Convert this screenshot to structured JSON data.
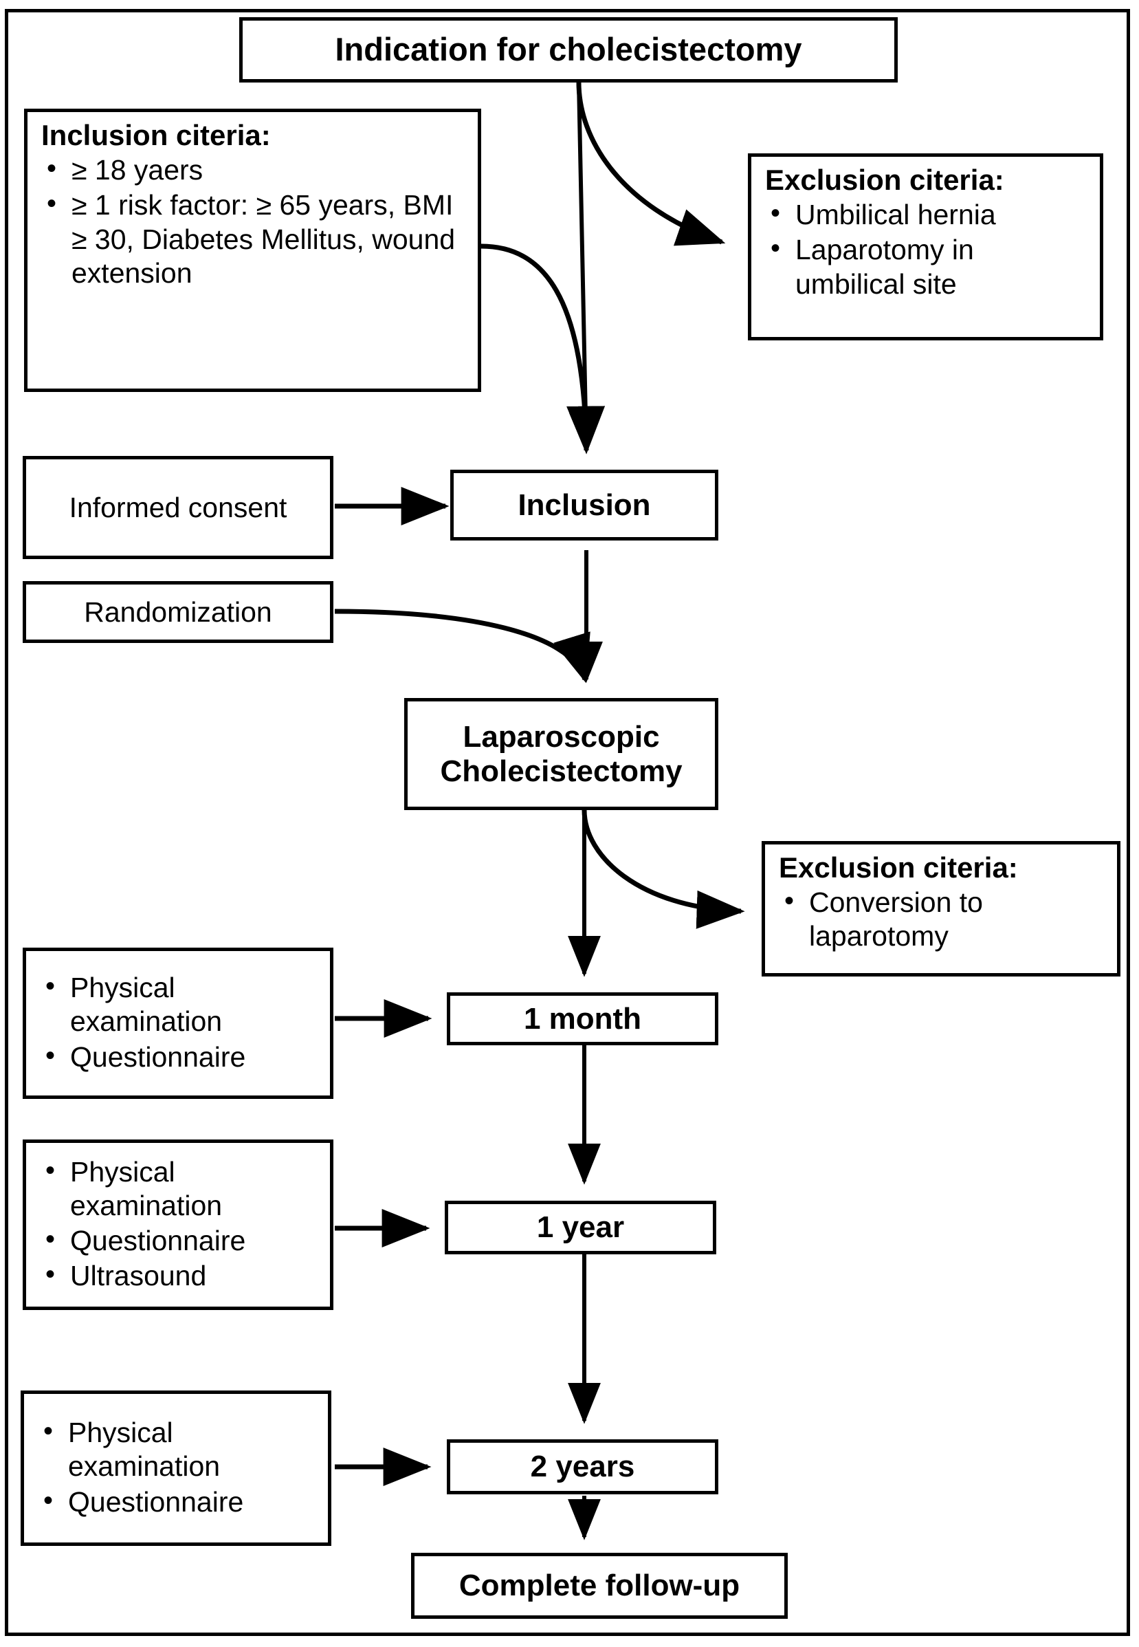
{
  "diagram": {
    "title": "Study flow diagram: Indication for cholecistectomy trial",
    "stroke_color": "#000000",
    "background_color": "#ffffff"
  },
  "nodes": {
    "indication": {
      "label": "Indication for cholecistectomy"
    },
    "inclusion_criteria": {
      "heading": "Inclusion citeria:",
      "items": [
        "≥ 18 yaers",
        "≥ 1 risk factor: ≥ 65 years, BMI ≥ 30, Diabetes Mellitus, wound extension"
      ]
    },
    "exclusion_criteria_1": {
      "heading": "Exclusion citeria:",
      "items": [
        "Umbilical hernia",
        "Laparotomy in umbilical site"
      ]
    },
    "informed_consent": {
      "label": "Informed consent"
    },
    "inclusion": {
      "label": "Inclusion"
    },
    "randomization": {
      "label": "Randomization"
    },
    "laparoscopic_cholecistectomy": {
      "label": "Laparoscopic Cholecistectomy"
    },
    "exclusion_criteria_2": {
      "heading": "Exclusion citeria:",
      "items": [
        "Conversion to laparotomy"
      ]
    },
    "followup_1month_tasks": {
      "items": [
        "Physical examination",
        "Questionnaire"
      ]
    },
    "month_1": {
      "label": "1 month"
    },
    "followup_1year_tasks": {
      "items": [
        "Physical examination",
        "Questionnaire",
        "Ultrasound"
      ]
    },
    "year_1": {
      "label": "1 year"
    },
    "followup_2years_tasks": {
      "items": [
        "Physical examination",
        "Questionnaire"
      ]
    },
    "years_2": {
      "label": "2 years"
    },
    "complete_followup": {
      "label": "Complete follow-up"
    }
  },
  "edges": [
    {
      "from": "indication",
      "to": "exclusion_criteria_1",
      "style": "curved-arrow"
    },
    {
      "from": "indication",
      "to": "inclusion",
      "style": "straight-arrow-down"
    },
    {
      "from": "inclusion_criteria",
      "to": "inclusion",
      "style": "curved-arrow"
    },
    {
      "from": "informed_consent",
      "to": "inclusion",
      "style": "straight-arrow-right"
    },
    {
      "from": "inclusion",
      "to": "laparoscopic_cholecistectomy",
      "style": "straight-arrow-down"
    },
    {
      "from": "randomization",
      "to": "laparoscopic_cholecistectomy",
      "style": "curved-arrow"
    },
    {
      "from": "laparoscopic_cholecistectomy",
      "to": "exclusion_criteria_2",
      "style": "curved-arrow"
    },
    {
      "from": "laparoscopic_cholecistectomy",
      "to": "month_1",
      "style": "straight-arrow-down"
    },
    {
      "from": "followup_1month_tasks",
      "to": "month_1",
      "style": "straight-arrow-right"
    },
    {
      "from": "month_1",
      "to": "year_1",
      "style": "straight-arrow-down"
    },
    {
      "from": "followup_1year_tasks",
      "to": "year_1",
      "style": "straight-arrow-right"
    },
    {
      "from": "year_1",
      "to": "years_2",
      "style": "straight-arrow-down"
    },
    {
      "from": "followup_2years_tasks",
      "to": "years_2",
      "style": "straight-arrow-right"
    },
    {
      "from": "years_2",
      "to": "complete_followup",
      "style": "straight-arrow-down"
    }
  ]
}
